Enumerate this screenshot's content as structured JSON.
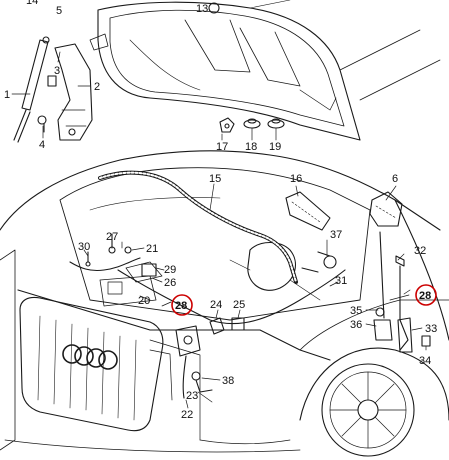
{
  "colors": {
    "line": "#1a1a1a",
    "highlight": "#cc0000",
    "background": "#ffffff"
  },
  "parts": [
    {
      "id": "p1",
      "label": "1"
    },
    {
      "id": "p2",
      "label": "2"
    },
    {
      "id": "p3",
      "label": "3"
    },
    {
      "id": "p4",
      "label": "4"
    },
    {
      "id": "p5",
      "label": "5"
    },
    {
      "id": "p6",
      "label": "6"
    },
    {
      "id": "p13",
      "label": "13"
    },
    {
      "id": "p14",
      "label": "14"
    },
    {
      "id": "p15",
      "label": "15"
    },
    {
      "id": "p16",
      "label": "16"
    },
    {
      "id": "p17",
      "label": "17"
    },
    {
      "id": "p18",
      "label": "18"
    },
    {
      "id": "p19",
      "label": "19"
    },
    {
      "id": "p20",
      "label": "20"
    },
    {
      "id": "p21",
      "label": "21"
    },
    {
      "id": "p22",
      "label": "22"
    },
    {
      "id": "p23",
      "label": "23"
    },
    {
      "id": "p24",
      "label": "24"
    },
    {
      "id": "p25",
      "label": "25"
    },
    {
      "id": "p26",
      "label": "26"
    },
    {
      "id": "p27",
      "label": "27"
    },
    {
      "id": "p28a",
      "label": "28",
      "highlighted": true
    },
    {
      "id": "p28b",
      "label": "28",
      "highlighted": true
    },
    {
      "id": "p29",
      "label": "29"
    },
    {
      "id": "p30",
      "label": "30"
    },
    {
      "id": "p31",
      "label": "31"
    },
    {
      "id": "p32",
      "label": "32"
    },
    {
      "id": "p33",
      "label": "33"
    },
    {
      "id": "p34",
      "label": "34"
    },
    {
      "id": "p35",
      "label": "35"
    },
    {
      "id": "p36",
      "label": "36"
    },
    {
      "id": "p37",
      "label": "37"
    },
    {
      "id": "p38",
      "label": "38"
    }
  ]
}
